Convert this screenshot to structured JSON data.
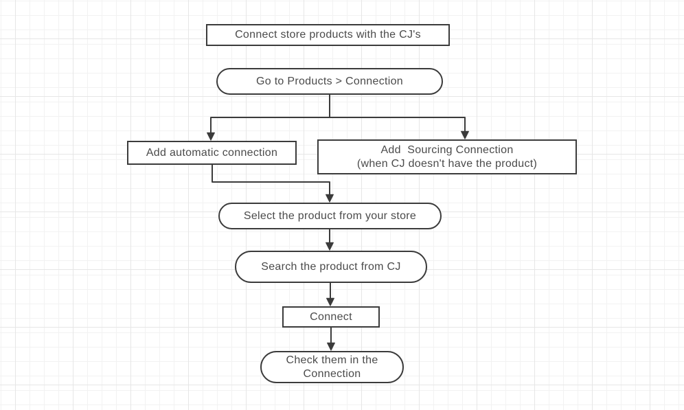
{
  "diagram": {
    "type": "flowchart",
    "background": "grid-paper",
    "colors": {
      "node_border": "#3b3b3b",
      "node_fill": "#ffffff",
      "edge": "#3b3b3b",
      "text": "#4a4a4a",
      "grid_minor": "#f2f2f2",
      "grid_major": "#e6e6e6",
      "canvas": "#ffffff"
    },
    "nodes": [
      {
        "id": "title",
        "shape": "rectangle",
        "label": "Connect store products with the CJ's"
      },
      {
        "id": "goto",
        "shape": "stadium",
        "label": "Go to Products > Connection"
      },
      {
        "id": "auto",
        "shape": "rectangle",
        "label": "Add automatic connection"
      },
      {
        "id": "sourcing",
        "shape": "rectangle",
        "label": "Add  Sourcing Connection",
        "label2": "(when CJ doesn't have the product)"
      },
      {
        "id": "select",
        "shape": "stadium",
        "label": "Select the product from your store"
      },
      {
        "id": "search",
        "shape": "stadium",
        "label": "Search the product from CJ"
      },
      {
        "id": "connect",
        "shape": "rectangle",
        "label": "Connect"
      },
      {
        "id": "check",
        "shape": "stadium",
        "label": "Check them in the",
        "label2": "Connection"
      }
    ],
    "edges": [
      {
        "from": "goto",
        "to": "auto"
      },
      {
        "from": "goto",
        "to": "sourcing"
      },
      {
        "from": "auto",
        "to": "select"
      },
      {
        "from": "select",
        "to": "search"
      },
      {
        "from": "search",
        "to": "connect"
      },
      {
        "from": "connect",
        "to": "check"
      }
    ]
  }
}
